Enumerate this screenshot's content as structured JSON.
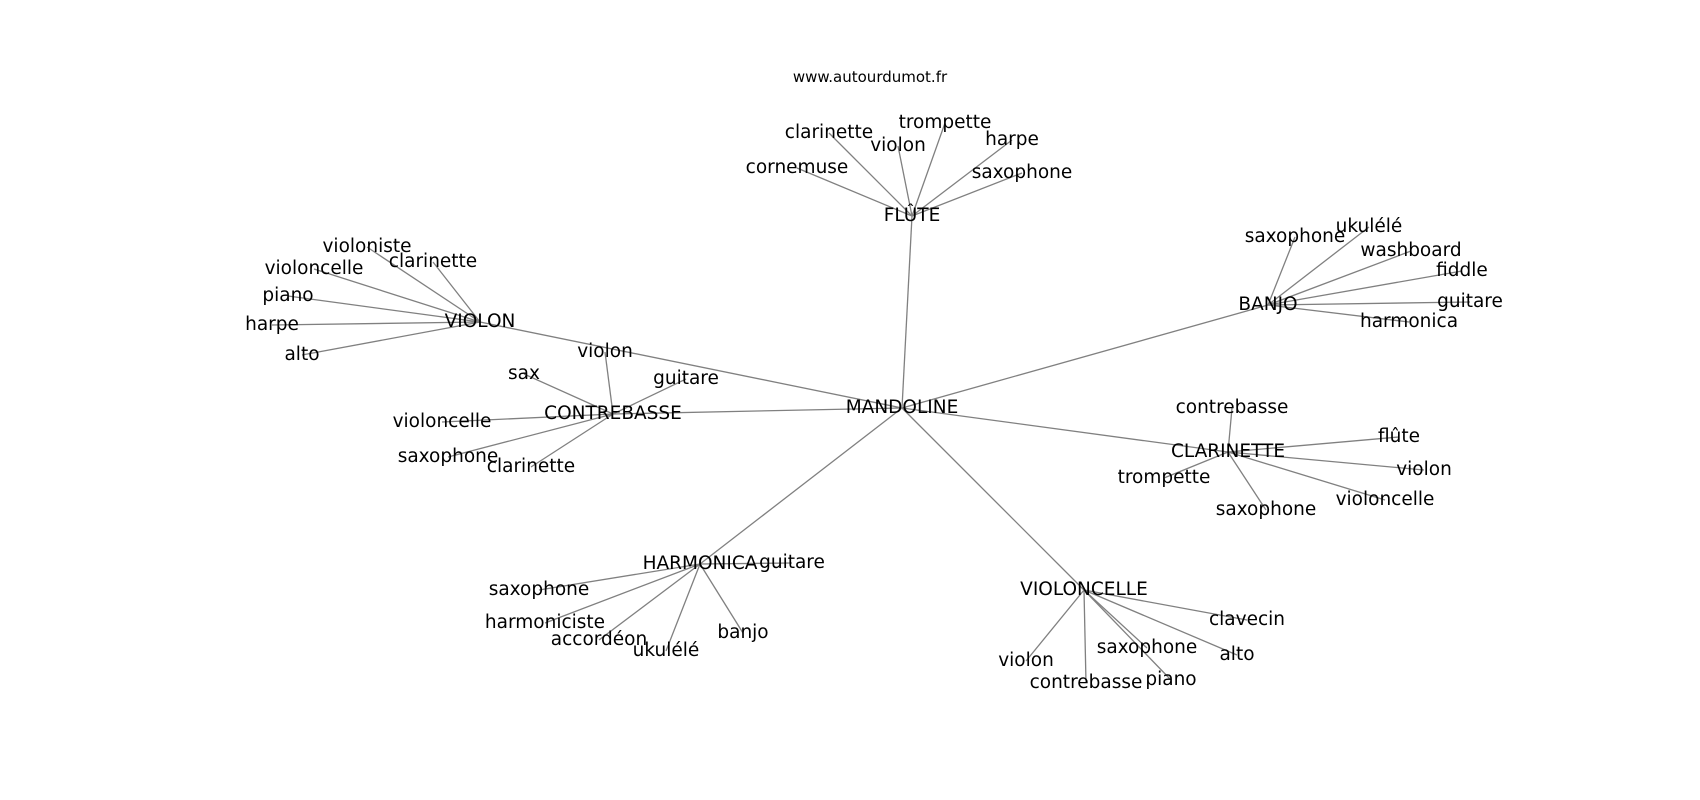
{
  "source": "www.autourdumot.fr",
  "center": "MANDOLINE",
  "groups": [
    {
      "label": "FLÛTE",
      "items": [
        "clarinette",
        "trompette",
        "violon",
        "harpe",
        "cornemuse",
        "saxophone"
      ]
    },
    {
      "label": "BANJO",
      "items": [
        "saxophone",
        "ukulélé",
        "washboard",
        "fiddle",
        "guitare",
        "harmonica"
      ]
    },
    {
      "label": "VIOLON",
      "items": [
        "violoniste",
        "clarinette",
        "violoncelle",
        "piano",
        "harpe",
        "alto"
      ]
    },
    {
      "label": "CONTREBASSE",
      "items": [
        "violon",
        "sax",
        "guitare",
        "violoncelle",
        "saxophone",
        "clarinette"
      ]
    },
    {
      "label": "CLARINETTE",
      "items": [
        "contrebasse",
        "flûte",
        "violon",
        "trompette",
        "violoncelle",
        "saxophone"
      ]
    },
    {
      "label": "HARMONICA",
      "items": [
        "guitare",
        "saxophone",
        "harmoniciste",
        "accordéon",
        "ukulélé",
        "banjo"
      ]
    },
    {
      "label": "VIOLONCELLE",
      "items": [
        "clavecin",
        "saxophone",
        "alto",
        "violon",
        "piano",
        "contrebasse"
      ]
    }
  ]
}
